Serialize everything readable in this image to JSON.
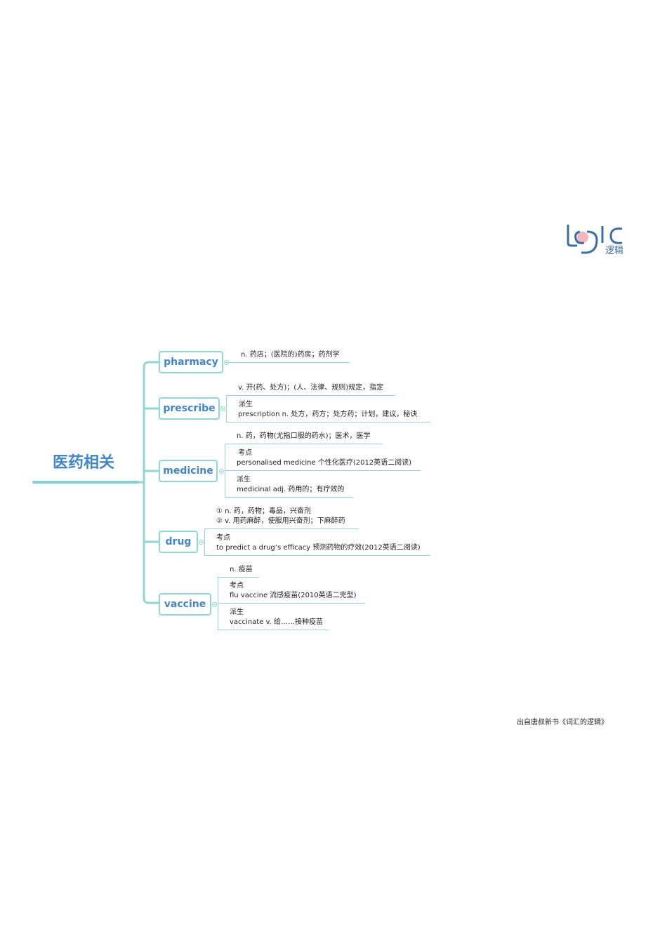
{
  "logo": {
    "text": "逻辑",
    "icon": "logic-logo"
  },
  "root": {
    "title": "医药相关"
  },
  "nodes": {
    "pharmacy": {
      "label": "pharmacy",
      "meaning": "n. 药店；(医院的)药房；药剂学"
    },
    "prescribe": {
      "label": "prescribe",
      "meaning": "v. 开(药、处方)；(人、法律、规则)规定，指定",
      "derive_title": "派生",
      "derive_text": "prescription n. 处方，药方；处方药；计划，建议，秘诀"
    },
    "medicine": {
      "label": "medicine",
      "meaning": "n. 药，药物(尤指口服的药水)；医术，医学",
      "point_title": "考点",
      "point_text": "personalised medicine 个性化医疗(2012英语二阅读)",
      "derive_title": "派生",
      "derive_text": "medicinal adj. 药用的；有疗效的"
    },
    "drug": {
      "label": "drug",
      "meaning1": "① n. 药，药物；毒品，兴奋剂",
      "meaning2": "② v. 用药麻醉，使服用兴奋剂；下麻醉药",
      "point_title": "考点",
      "point_text": "to predict a drug’s efficacy 预测药物的疗效(2012英语二阅读)"
    },
    "vaccine": {
      "label": "vaccine",
      "meaning": "n. 疫苗",
      "point_title": "考点",
      "point_text": "flu vaccine 流感疫苗(2010英语二完型)",
      "derive_title": "派生",
      "derive_text": "vaccinate v. 给……接种疫苗"
    }
  },
  "footer": {
    "source": "出自唐叔新书《词汇的逻辑》"
  },
  "colors": {
    "accent": "#3f86cf",
    "line": "#8fd7d3",
    "root_line": "#7fd3ce"
  }
}
